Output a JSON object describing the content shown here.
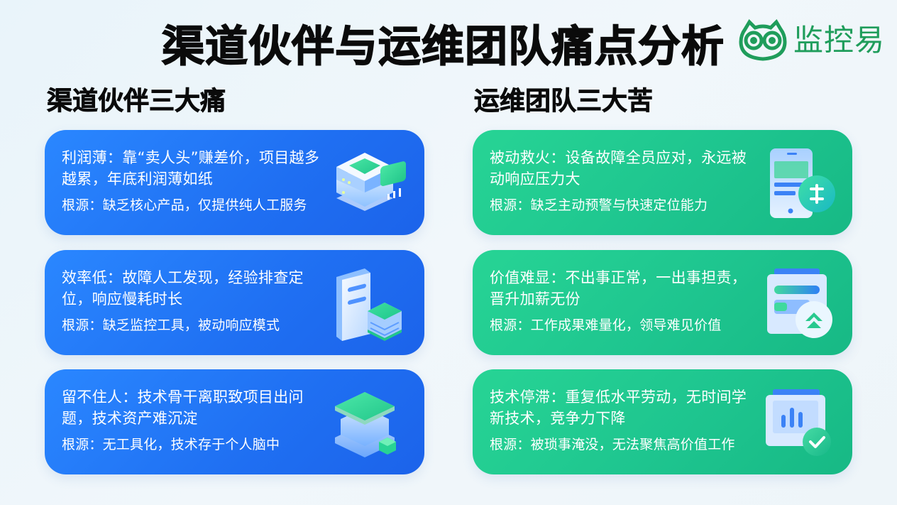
{
  "header": {
    "title": "渠道伙伴与运维团队痛点分析",
    "logo_text": "监控易",
    "logo_color": "#1f9d5b"
  },
  "left_section": {
    "title": "渠道伙伴三大痛",
    "color": "#2a7df8",
    "cards": [
      {
        "title": "利润薄：靠“卖人头”赚差价，项目越多越累，年底利润薄如纸",
        "root": "根源：缺乏核心产品，仅提供纯人工服务",
        "icon": "server-stack-chart-icon"
      },
      {
        "title": "效率低：故障人工发现，经验排查定位，响应慢耗时长",
        "root": "根源：缺乏监控工具，被动响应模式",
        "icon": "document-database-icon"
      },
      {
        "title": "留不住人：技术骨干离职致项目出问题，技术资产难沉淀",
        "root": "根源：无工具化，技术存于个人脑中",
        "icon": "layered-blocks-icon"
      }
    ]
  },
  "right_section": {
    "title": "运维团队三大苦",
    "color": "#20c992",
    "cards": [
      {
        "title": "被动救火：设备故障全员应对，永远被动响应压力大",
        "root": "根源：缺乏主动预警与快速定位能力",
        "icon": "mobile-alert-icon"
      },
      {
        "title": "价值难显：不出事正常，一出事担责，晋升加薪无份",
        "root": "根源：工作成果难量化，领导难见价值",
        "icon": "report-upgrade-icon"
      },
      {
        "title": "技术停滞：重复低水平劳动，无时间学新技术，竞争力下降",
        "root": "根源：被琐事淹没，无法聚焦高价值工作",
        "icon": "chart-check-icon"
      }
    ]
  }
}
